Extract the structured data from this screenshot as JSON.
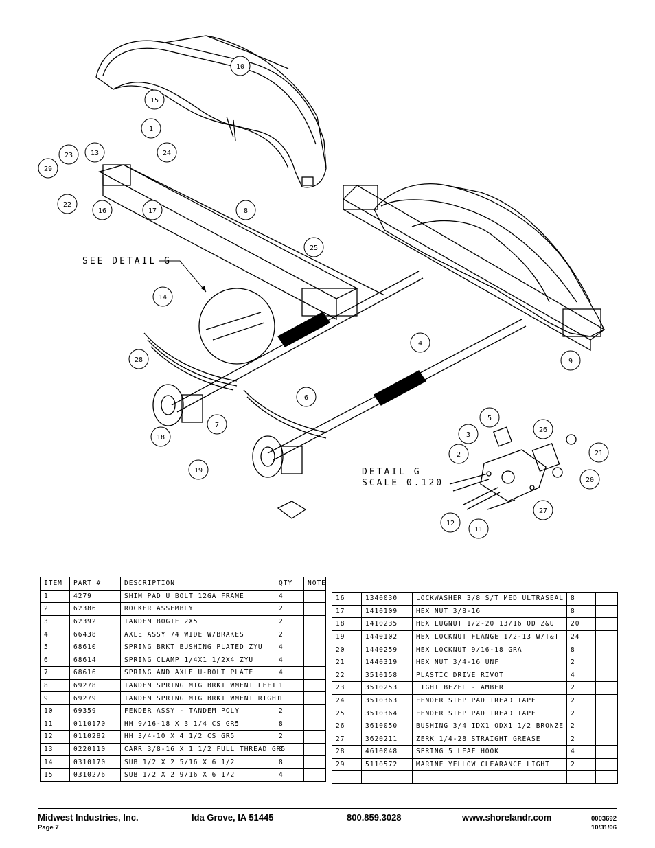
{
  "drawing": {
    "see_detail_label": "SEE DETAIL G",
    "detail_title": "DETAIL G",
    "detail_scale": "SCALE 0.120",
    "callouts": [
      "10",
      "15",
      "1",
      "24",
      "23",
      "13",
      "29",
      "22",
      "16",
      "17",
      "8",
      "25",
      "14",
      "28",
      "4",
      "9",
      "6",
      "7",
      "18",
      "19",
      "5",
      "3",
      "2",
      "26",
      "21",
      "20",
      "12",
      "11",
      "27"
    ]
  },
  "bom": {
    "headers": {
      "item": "ITEM",
      "part": "PART #",
      "description": "DESCRIPTION",
      "qty": "QTY",
      "note": "NOTE"
    },
    "left": [
      {
        "item": "1",
        "part": "4279",
        "desc": "SHIM PAD U BOLT 12GA FRAME",
        "qty": "4"
      },
      {
        "item": "2",
        "part": "62386",
        "desc": "ROCKER ASSEMBLY",
        "qty": "2"
      },
      {
        "item": "3",
        "part": "62392",
        "desc": "TANDEM BOGIE 2X5",
        "qty": "2"
      },
      {
        "item": "4",
        "part": "66438",
        "desc": "AXLE ASSY 74 WIDE W/BRAKES",
        "qty": "2"
      },
      {
        "item": "5",
        "part": "68610",
        "desc": "SPRING BRKT BUSHING PLATED ZYU",
        "qty": "4"
      },
      {
        "item": "6",
        "part": "68614",
        "desc": "SPRING CLAMP 1/4X1 1/2X4 ZYU",
        "qty": "4"
      },
      {
        "item": "7",
        "part": "68616",
        "desc": "SPRING AND AXLE U-BOLT PLATE",
        "qty": "4"
      },
      {
        "item": "8",
        "part": "69278",
        "desc": "TANDEM SPRING MTG BRKT WMENT LEFT",
        "qty": "1"
      },
      {
        "item": "9",
        "part": "69279",
        "desc": "TANDEM SPRING MTG BRKT WMENT RIGHT",
        "qty": "1"
      },
      {
        "item": "10",
        "part": "69359",
        "desc": "FENDER ASSY - TANDEM POLY",
        "qty": "2"
      },
      {
        "item": "11",
        "part": "0110170",
        "desc": "HH 9/16-18 X 3 1/4 CS GR5",
        "qty": "8"
      },
      {
        "item": "12",
        "part": "0110282",
        "desc": "HH 3/4-10 X 4 1/2 CS GR5",
        "qty": "2"
      },
      {
        "item": "13",
        "part": "0220110",
        "desc": "CARR 3/8-16 X 1 1/2 FULL THREAD GR5",
        "qty": "8"
      },
      {
        "item": "14",
        "part": "0310170",
        "desc": "SUB 1/2 X 2 5/16 X 6 1/2",
        "qty": "8"
      },
      {
        "item": "15",
        "part": "0310276",
        "desc": "SUB 1/2 X 2 9/16 X 6 1/2",
        "qty": "4"
      }
    ],
    "right": [
      {
        "item": "16",
        "part": "1340030",
        "desc": "LOCKWASHER 3/8 S/T MED ULTRASEAL",
        "qty": "8"
      },
      {
        "item": "17",
        "part": "1410109",
        "desc": "HEX NUT 3/8-16",
        "qty": "8"
      },
      {
        "item": "18",
        "part": "1410235",
        "desc": "HEX LUGNUT 1/2-20 13/16 OD Z&U",
        "qty": "20"
      },
      {
        "item": "19",
        "part": "1440102",
        "desc": "HEX LOCKNUT FLANGE 1/2-13 W/T&T",
        "qty": "24"
      },
      {
        "item": "20",
        "part": "1440259",
        "desc": "HEX LOCKNUT 9/16-18 GRA",
        "qty": "8"
      },
      {
        "item": "21",
        "part": "1440319",
        "desc": "HEX NUT 3/4-16 UNF",
        "qty": "2"
      },
      {
        "item": "22",
        "part": "3510158",
        "desc": "PLASTIC DRIVE RIVOT",
        "qty": "4"
      },
      {
        "item": "23",
        "part": "3510253",
        "desc": "LIGHT BEZEL - AMBER",
        "qty": "2"
      },
      {
        "item": "24",
        "part": "3510363",
        "desc": "FENDER STEP PAD TREAD TAPE",
        "qty": "2"
      },
      {
        "item": "25",
        "part": "3510364",
        "desc": "FENDER STEP PAD TREAD TAPE",
        "qty": "2"
      },
      {
        "item": "26",
        "part": "3610050",
        "desc": "BUSHING 3/4 IDX1 ODX1 1/2 BRONZE",
        "qty": "2"
      },
      {
        "item": "27",
        "part": "3620211",
        "desc": "ZERK 1/4-28 STRAIGHT GREASE",
        "qty": "2"
      },
      {
        "item": "28",
        "part": "4610048",
        "desc": "SPRING 5 LEAF HOOK",
        "qty": "4"
      },
      {
        "item": "29",
        "part": "5110572",
        "desc": "MARINE YELLOW CLEARANCE LIGHT",
        "qty": "2"
      }
    ]
  },
  "footer": {
    "company": "Midwest Industries, Inc.",
    "page": "Page 7",
    "address": "Ida Grove, IA 51445",
    "phone": "800.859.3028",
    "website": "www.shorelandr.com",
    "doc_number": "0003692",
    "date": "10/31/06"
  }
}
